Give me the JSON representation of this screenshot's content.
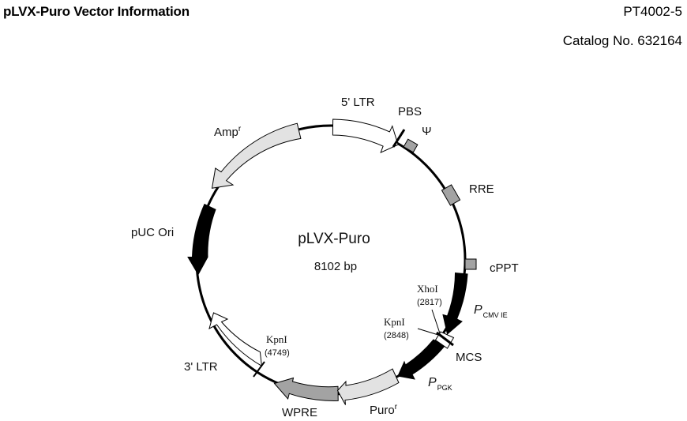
{
  "header": {
    "title": "pLVX-Puro Vector Information",
    "document_code": "PT4002-5",
    "catalog": "Catalog No. 632164"
  },
  "plasmid": {
    "name": "pLVX-Puro",
    "size": "8102 bp"
  },
  "features": {
    "ltr5": "5' LTR",
    "pbs": "PBS",
    "psi": "Ψ",
    "rre": "RRE",
    "cppt": "cPPT",
    "p_cmv_main": "P",
    "p_cmv_sub": "CMV IE",
    "mcs": "MCS",
    "p_pgk_main": "P",
    "p_pgk_sub": "PGK",
    "puro_main": "Puro",
    "puro_sup": "r",
    "wpre": "WPRE",
    "ltr3": "3' LTR",
    "puc_ori": "pUC Ori",
    "amp_main": "Amp",
    "amp_sup": "r"
  },
  "sites": {
    "xhoi_name": "XhoI",
    "xhoi_pos": "(2817)",
    "kpni1_name": "KpnI",
    "kpni1_pos": "(2848)",
    "kpni2_name": "KpnI",
    "kpni2_pos": "(4749)"
  },
  "colors": {
    "white_feature": "#ffffff",
    "light_gray": "#e0e0e0",
    "mid_gray": "#a8a8a8",
    "dark_gray": "#8c8c8c",
    "black": "#000000"
  }
}
